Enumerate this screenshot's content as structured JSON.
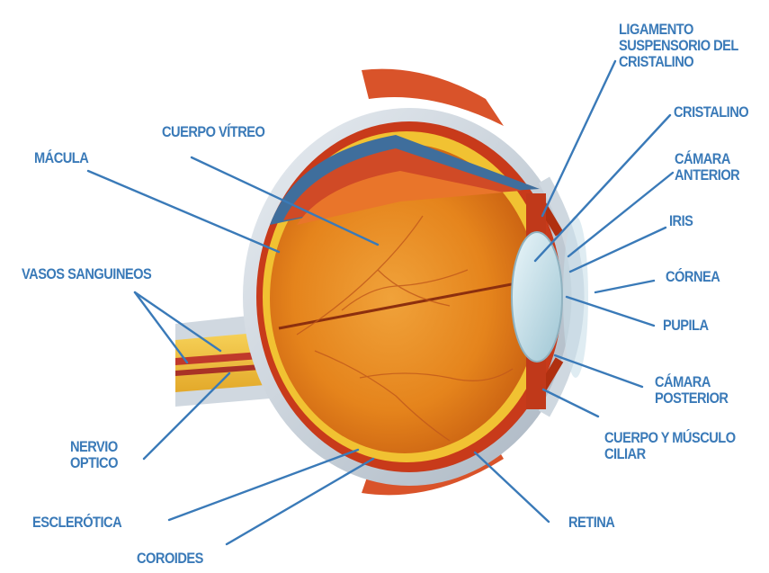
{
  "diagram": {
    "labels": {
      "ligamento": [
        "LIGAMENTO",
        "SUSPENSORIO DEL",
        "CRISTALINO"
      ],
      "cristalino": "CRISTALINO",
      "camara_anterior": [
        "CÁMARA",
        "ANTERIOR"
      ],
      "iris": "IRIS",
      "cornea": "CÓRNEA",
      "pupila": "PUPILA",
      "camara_posterior": [
        "CÁMARA",
        "POSTERIOR"
      ],
      "cuerpo_ciliar": [
        "CUERPO Y MÚSCULO",
        "CILIAR"
      ],
      "retina": "RETINA",
      "cuerpo_vitreo": "CUERPO VÍTREO",
      "macula": "MÁCULA",
      "vasos": "VASOS SANGUINEOS",
      "nervio": [
        "NERVIO",
        "OPTICO"
      ],
      "esclerotica": "ESCLERÓTICA",
      "coroides": "COROIDES"
    },
    "colors": {
      "label_text": "#3a7ab8",
      "sclera": "#cdd6de",
      "choroid": "#c83a1a",
      "vitreous": "#e88a1a",
      "nerve": "#f2c43a",
      "lens": "#cfe6ef"
    }
  }
}
